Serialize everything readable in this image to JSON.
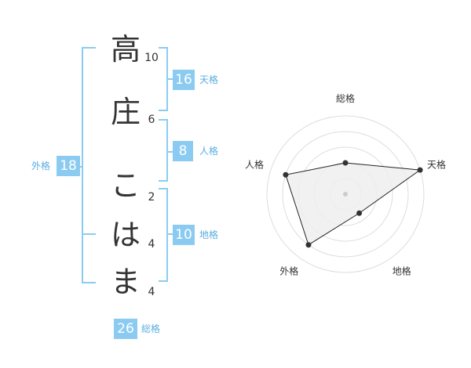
{
  "name": {
    "chars": [
      {
        "char": "高",
        "strokes": "10"
      },
      {
        "char": "庄",
        "strokes": "6"
      },
      {
        "char": "こ",
        "strokes": "2"
      },
      {
        "char": "は",
        "strokes": "4"
      },
      {
        "char": "ま",
        "strokes": "4"
      }
    ]
  },
  "fortune": {
    "tenkaku": {
      "value": "16",
      "label": "天格"
    },
    "jinkaku": {
      "value": "8",
      "label": "人格"
    },
    "chikaku": {
      "value": "10",
      "label": "地格"
    },
    "gaikaku": {
      "value": "18",
      "label": "外格"
    },
    "soukaku": {
      "value": "26",
      "label": "総格"
    }
  },
  "chart_data": {
    "type": "radar",
    "axes": [
      "総格",
      "天格",
      "地格",
      "外格",
      "人格"
    ],
    "values": [
      2,
      5,
      1.5,
      4,
      4
    ],
    "max": 5,
    "rings": 5,
    "colors": {
      "fill": "#eeeeee",
      "line": "#222222",
      "ring": "#dddddd",
      "ring_fill": "#f4f4f4"
    }
  },
  "colors": {
    "accent": "#8ccbf1",
    "label": "#5aaee0"
  }
}
